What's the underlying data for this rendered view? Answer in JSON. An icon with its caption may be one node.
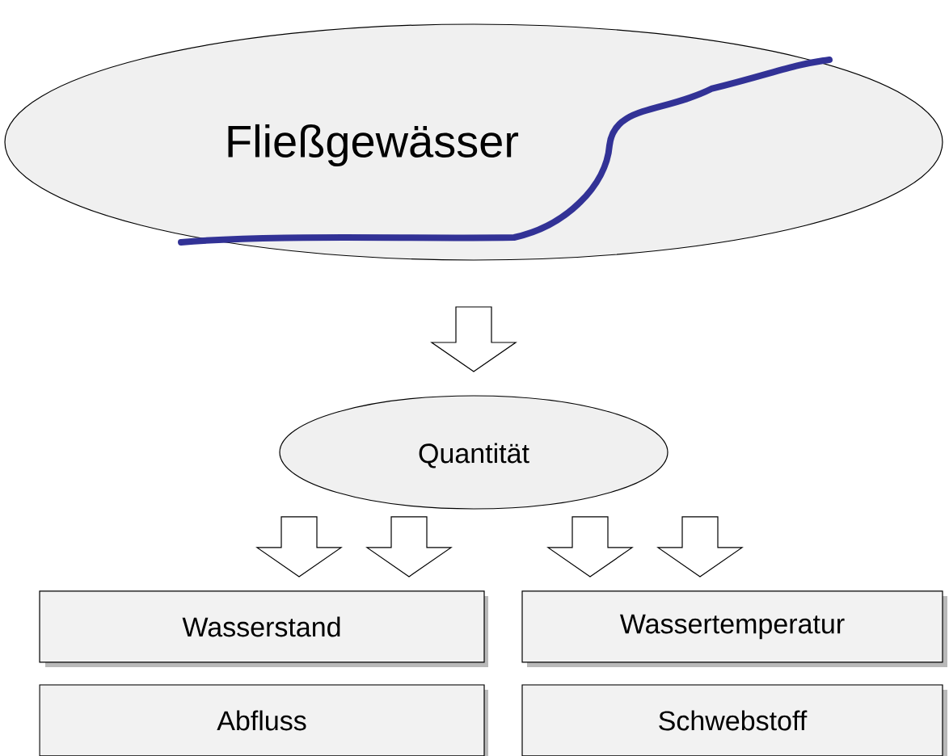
{
  "diagram": {
    "nodes": [
      {
        "text": [
          "Fließgewässer"
        ]
      },
      {
        "text": [
          "Quantität"
        ]
      },
      {
        "text": [
          "Wasserstand"
        ]
      },
      {
        "text": [
          "Wassertemperatur"
        ]
      },
      {
        "text": [
          "Abfluss"
        ]
      },
      {
        "text": [
          "Schwebstoff"
        ]
      }
    ],
    "edges": [
      {
        "from": 0,
        "to": 1,
        "arrow": "to"
      },
      {
        "from": 1,
        "to": 2,
        "arrow": "to"
      },
      {
        "from": 1,
        "to": 2,
        "arrow": "to"
      },
      {
        "from": 1,
        "to": 3,
        "arrow": "to"
      },
      {
        "from": 1,
        "to": 3,
        "arrow": "to"
      }
    ]
  }
}
